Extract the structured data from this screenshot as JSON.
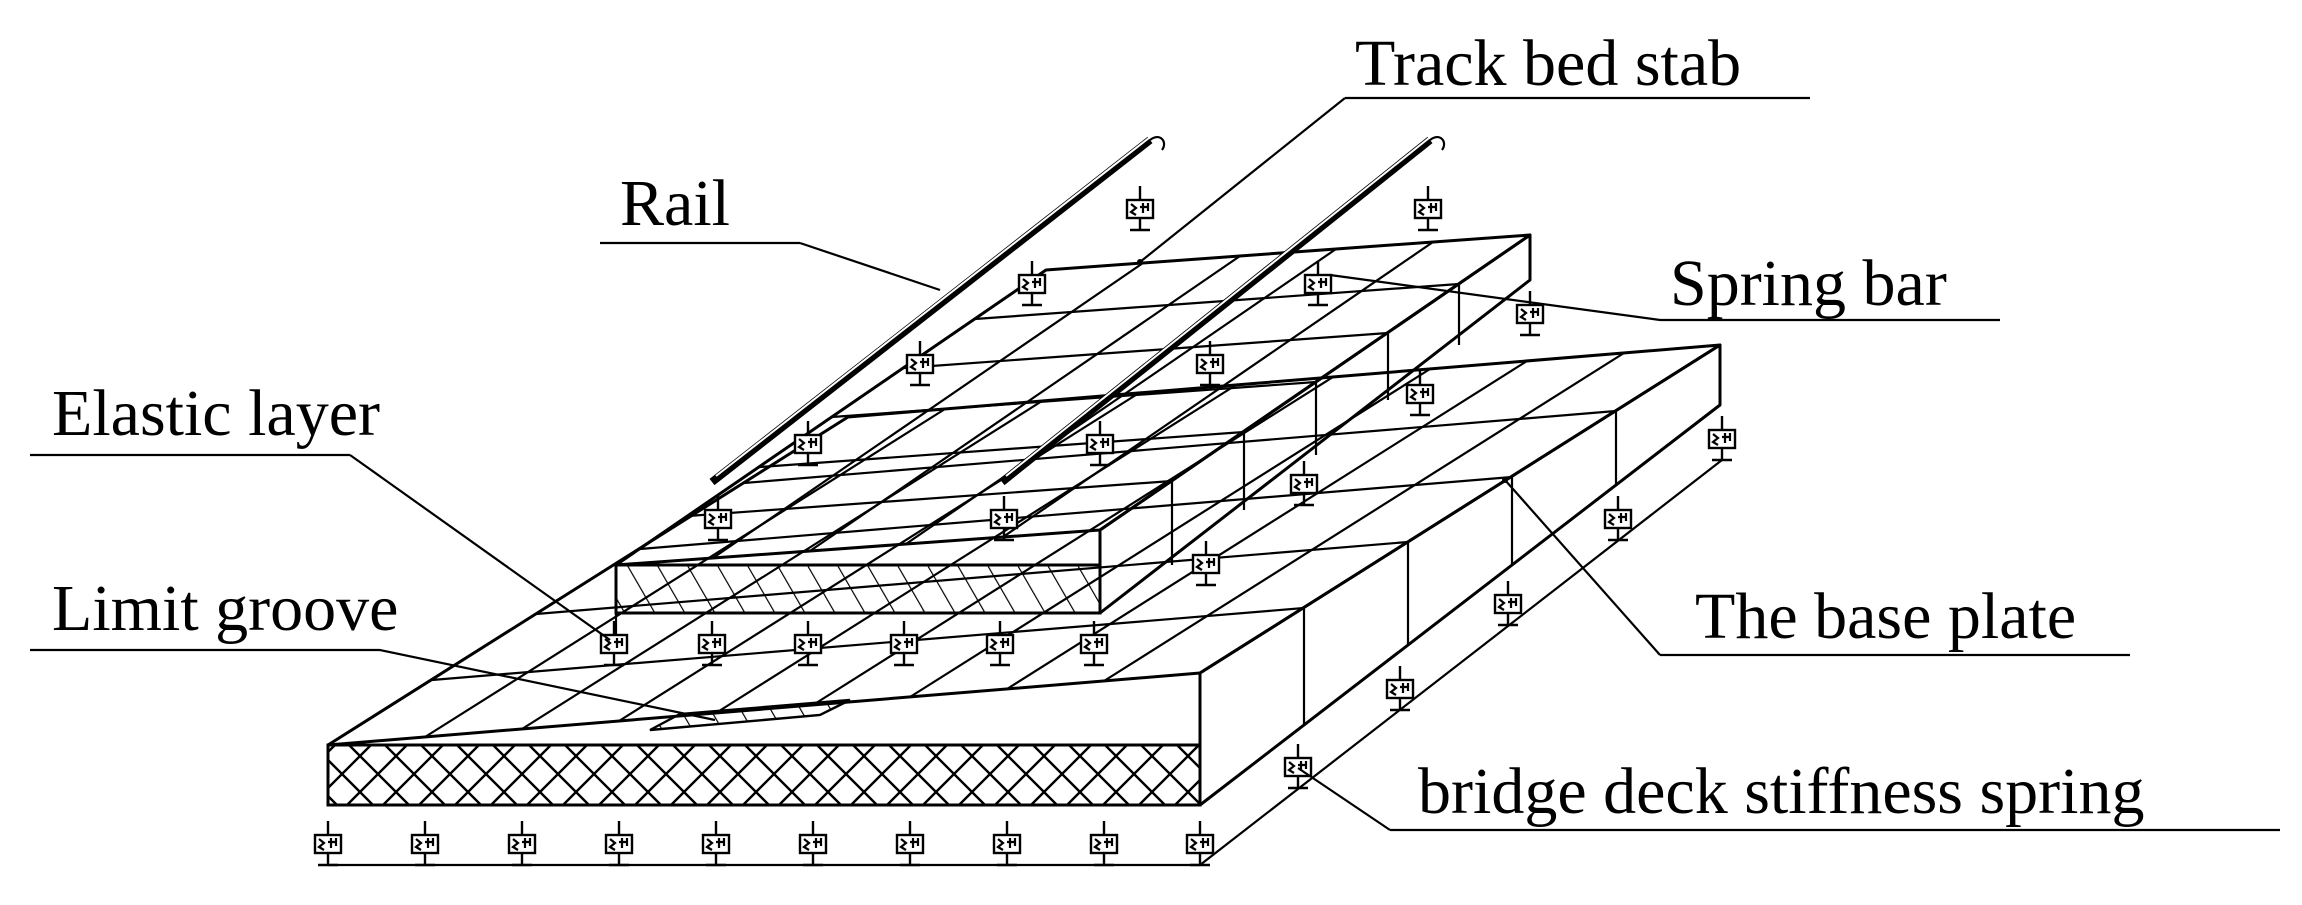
{
  "labels": {
    "track_bed_slab": "Track bed stab",
    "rail": "Rail",
    "spring_bar": "Spring bar",
    "elastic_layer": "Elastic layer",
    "limit_groove": "Limit groove",
    "base_plate": "The base plate",
    "bridge_deck_spring": "bridge deck stiffness spring"
  },
  "colors": {
    "line": "#000000",
    "background": "#ffffff"
  },
  "icons": {
    "spring": "spring-damper-icon"
  }
}
